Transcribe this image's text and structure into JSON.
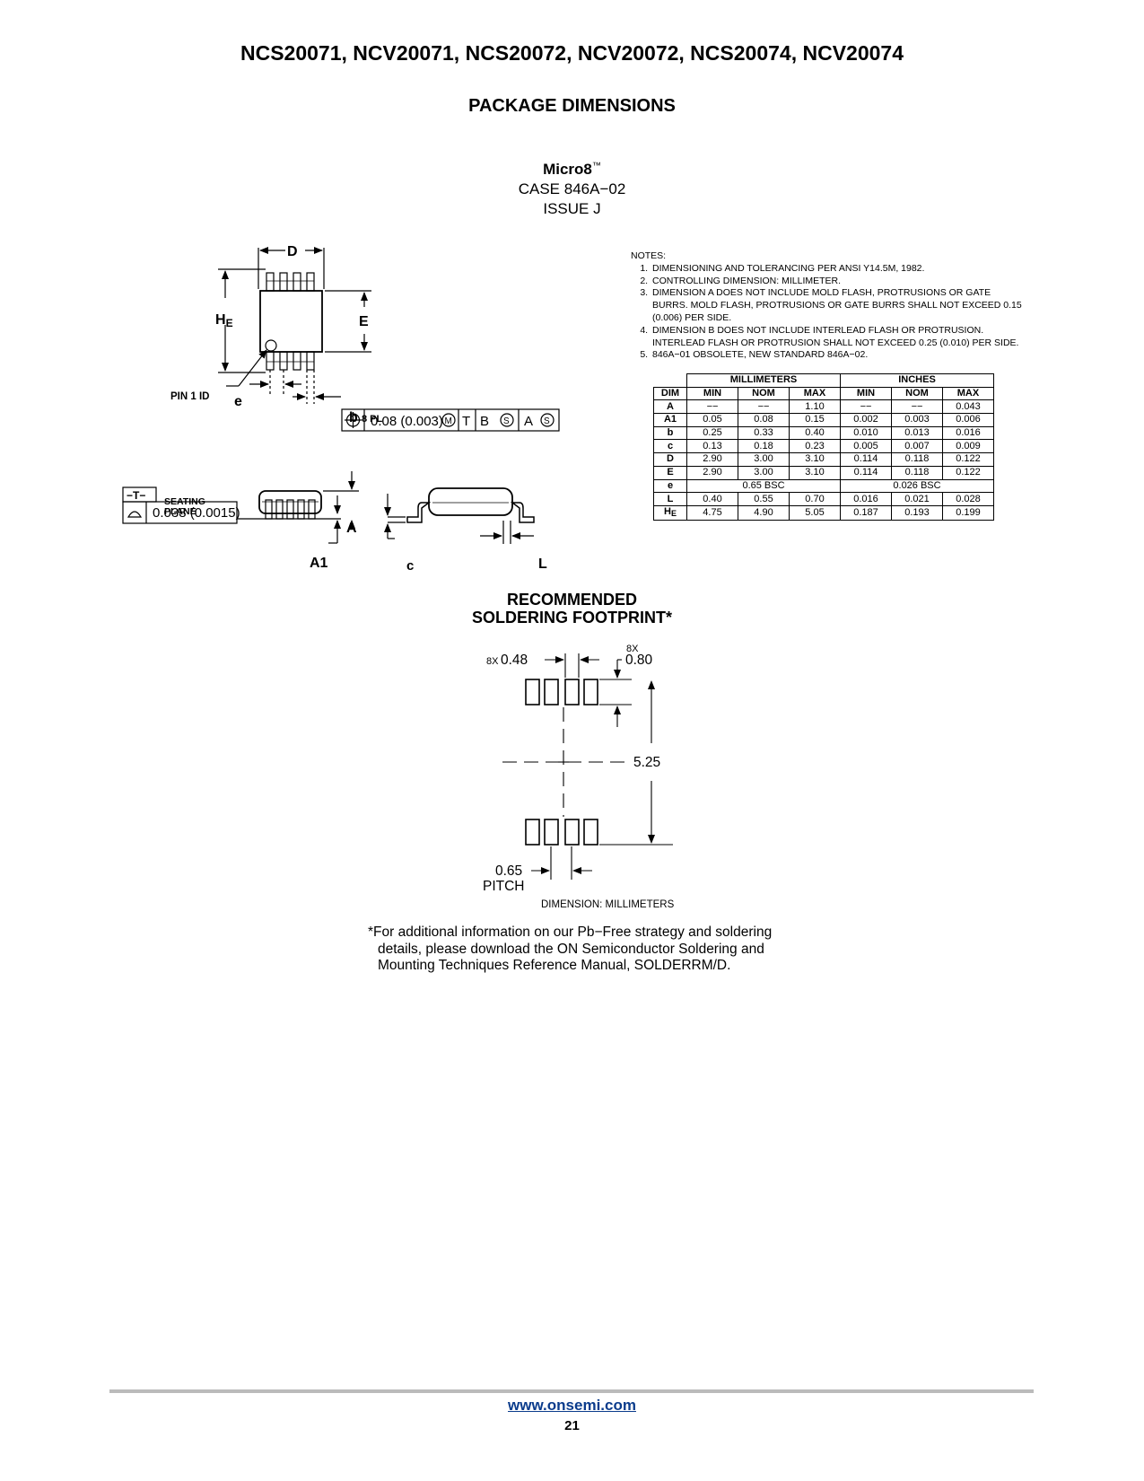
{
  "header": {
    "title": "NCS20071, NCV20071, NCS20072, NCV20072, NCS20074, NCV20074"
  },
  "section": {
    "title": "PACKAGE DIMENSIONS"
  },
  "package": {
    "name": "Micro8",
    "trademark": "™",
    "case": "CASE 846A−02",
    "issue": "ISSUE J"
  },
  "drawing": {
    "d": "D",
    "he": "H",
    "he_sub": "E",
    "e_upper": "E",
    "pin1": "PIN 1 ID",
    "e_lower": "e",
    "b": "b",
    "b_note": "8 PL",
    "fcf_value": "0.08 (0.003)",
    "fcf_m": "M",
    "fcf_t": "T",
    "fcf_b": "B",
    "fcf_s": "S",
    "fcf_a": "A",
    "t_box": "−T−",
    "seating": "SEATING",
    "plane": "PLANE",
    "flatness": "0.038 (0.0015)",
    "a": "A",
    "a1": "A1",
    "c": "c",
    "l": "L"
  },
  "notes": {
    "heading": "NOTES:",
    "items": [
      "DIMENSIONING AND TOLERANCING PER ANSI Y14.5M, 1982.",
      "CONTROLLING DIMENSION: MILLIMETER.",
      "DIMENSION A DOES NOT INCLUDE MOLD FLASH, PROTRUSIONS OR GATE BURRS. MOLD FLASH, PROTRUSIONS OR GATE BURRS SHALL NOT EXCEED 0.15 (0.006) PER SIDE.",
      "DIMENSION B DOES NOT INCLUDE INTERLEAD FLASH OR PROTRUSION. INTERLEAD FLASH OR PROTRUSION SHALL NOT EXCEED 0.25 (0.010) PER SIDE.",
      "846A−01 OBSOLETE, NEW STANDARD 846A−02."
    ]
  },
  "table": {
    "group_mm": "MILLIMETERS",
    "group_in": "INCHES",
    "col_dim": "DIM",
    "cols": [
      "MIN",
      "NOM",
      "MAX",
      "MIN",
      "NOM",
      "MAX"
    ],
    "rows": [
      {
        "dim": "A",
        "mm_min": "−−",
        "mm_nom": "−−",
        "mm_max": "1.10",
        "in_min": "−−",
        "in_nom": "−−",
        "in_max": "0.043"
      },
      {
        "dim": "A1",
        "mm_min": "0.05",
        "mm_nom": "0.08",
        "mm_max": "0.15",
        "in_min": "0.002",
        "in_nom": "0.003",
        "in_max": "0.006"
      },
      {
        "dim": "b",
        "mm_min": "0.25",
        "mm_nom": "0.33",
        "mm_max": "0.40",
        "in_min": "0.010",
        "in_nom": "0.013",
        "in_max": "0.016"
      },
      {
        "dim": "c",
        "mm_min": "0.13",
        "mm_nom": "0.18",
        "mm_max": "0.23",
        "in_min": "0.005",
        "in_nom": "0.007",
        "in_max": "0.009"
      },
      {
        "dim": "D",
        "mm_min": "2.90",
        "mm_nom": "3.00",
        "mm_max": "3.10",
        "in_min": "0.114",
        "in_nom": "0.118",
        "in_max": "0.122"
      },
      {
        "dim": "E",
        "mm_min": "2.90",
        "mm_nom": "3.00",
        "mm_max": "3.10",
        "in_min": "0.114",
        "in_nom": "0.118",
        "in_max": "0.122"
      },
      {
        "dim": "e",
        "mm_bsc": "0.65 BSC",
        "in_bsc": "0.026 BSC"
      },
      {
        "dim": "L",
        "mm_min": "0.40",
        "mm_nom": "0.55",
        "mm_max": "0.70",
        "in_min": "0.016",
        "in_nom": "0.021",
        "in_max": "0.028"
      },
      {
        "dim": "H",
        "dim_sub": "E",
        "mm_min": "4.75",
        "mm_nom": "4.90",
        "mm_max": "5.05",
        "in_min": "0.187",
        "in_nom": "0.193",
        "in_max": "0.199"
      }
    ]
  },
  "footprint": {
    "title_line1": "RECOMMENDED",
    "title_line2": "SOLDERING FOOTPRINT*",
    "w_mult": "8X",
    "w_value": "0.48",
    "h_mult": "8X",
    "h_value": "0.80",
    "span_value": "5.25",
    "pitch_value": "0.65",
    "pitch_label": "PITCH",
    "units_note": "DIMENSION: MILLIMETERS"
  },
  "footnote": {
    "line1": "*For additional information on our Pb−Free strategy and soldering",
    "line2": "details, please download the ON Semiconductor Soldering and",
    "line3": "Mounting Techniques Reference Manual, SOLDERRM/D."
  },
  "footer": {
    "url": "www.onsemi.com",
    "page": "21"
  }
}
